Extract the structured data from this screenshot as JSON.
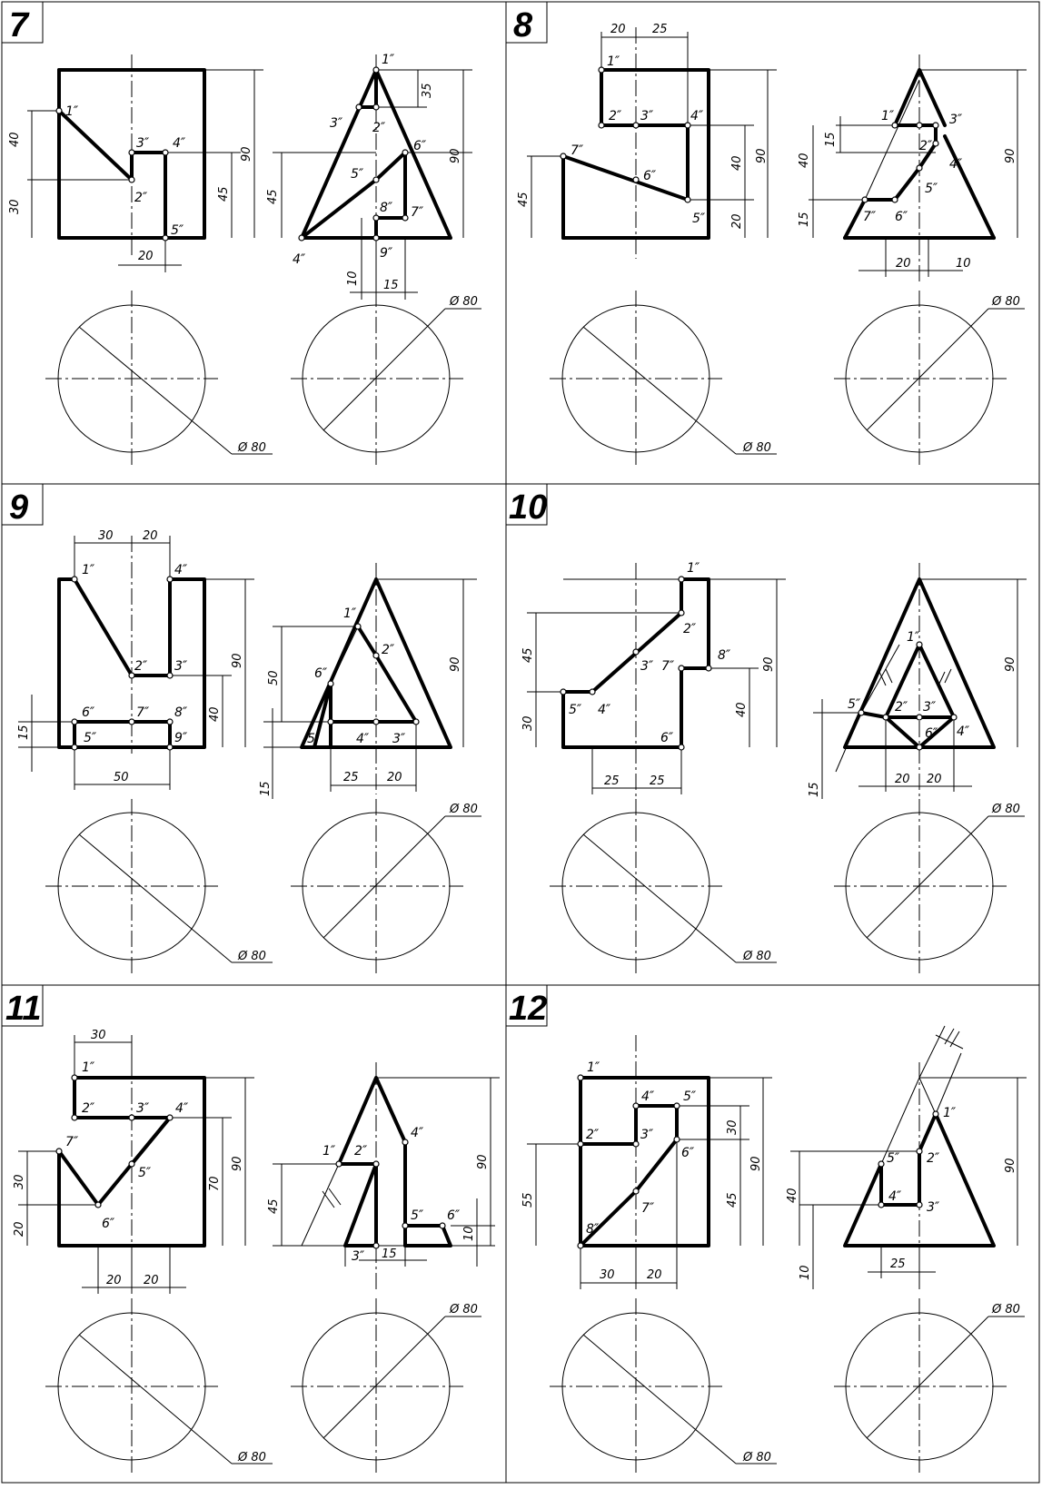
{
  "panels": [
    {
      "number": "7",
      "front": [
        {
          "text": "1″"
        },
        {
          "text": "2″"
        },
        {
          "text": "3″"
        },
        {
          "text": "4″"
        },
        {
          "text": "5″"
        },
        {
          "text": "40"
        },
        {
          "text": "30"
        },
        {
          "text": "45"
        },
        {
          "text": "90"
        },
        {
          "text": "20"
        }
      ],
      "side": [
        {
          "text": "1″"
        },
        {
          "text": "2″"
        },
        {
          "text": "3″"
        },
        {
          "text": "4″"
        },
        {
          "text": "5″"
        },
        {
          "text": "6″"
        },
        {
          "text": "7″"
        },
        {
          "text": "8″"
        },
        {
          "text": "9″"
        },
        {
          "text": "35"
        },
        {
          "text": "45"
        },
        {
          "text": "90"
        },
        {
          "text": "10"
        },
        {
          "text": "15"
        }
      ],
      "diam_left": "Ø 80",
      "diam_right": "Ø 80"
    },
    {
      "number": "8",
      "front": [
        {
          "text": "20"
        },
        {
          "text": "25"
        },
        {
          "text": "1″"
        },
        {
          "text": "2″"
        },
        {
          "text": "3″"
        },
        {
          "text": "4″"
        },
        {
          "text": "5″"
        },
        {
          "text": "6″"
        },
        {
          "text": "7″"
        },
        {
          "text": "45"
        },
        {
          "text": "40"
        },
        {
          "text": "90"
        },
        {
          "text": "20"
        }
      ],
      "side": [
        {
          "text": "1″"
        },
        {
          "text": "2″"
        },
        {
          "text": "3″"
        },
        {
          "text": "4″"
        },
        {
          "text": "5″"
        },
        {
          "text": "6″"
        },
        {
          "text": "7″"
        },
        {
          "text": "15"
        },
        {
          "text": "40"
        },
        {
          "text": "15"
        },
        {
          "text": "90"
        },
        {
          "text": "20"
        },
        {
          "text": "10"
        }
      ],
      "diam_left": "Ø 80",
      "diam_right": "Ø 80"
    },
    {
      "number": "9",
      "front": [
        {
          "text": "30"
        },
        {
          "text": "20"
        },
        {
          "text": "1″"
        },
        {
          "text": "2″"
        },
        {
          "text": "3″"
        },
        {
          "text": "4″"
        },
        {
          "text": "5″"
        },
        {
          "text": "6″"
        },
        {
          "text": "7″"
        },
        {
          "text": "8″"
        },
        {
          "text": "9″"
        },
        {
          "text": "15"
        },
        {
          "text": "40"
        },
        {
          "text": "90"
        },
        {
          "text": "50"
        }
      ],
      "side": [
        {
          "text": "1″"
        },
        {
          "text": "2″"
        },
        {
          "text": "3″"
        },
        {
          "text": "4″"
        },
        {
          "text": "5″"
        },
        {
          "text": "6″"
        },
        {
          "text": "50"
        },
        {
          "text": "90"
        },
        {
          "text": "15"
        },
        {
          "text": "25"
        },
        {
          "text": "20"
        }
      ],
      "diam_left": "Ø 80",
      "diam_right": "Ø 80"
    },
    {
      "number": "10",
      "front": [
        {
          "text": "1″"
        },
        {
          "text": "2″"
        },
        {
          "text": "3″"
        },
        {
          "text": "4″"
        },
        {
          "text": "5″"
        },
        {
          "text": "6″"
        },
        {
          "text": "7″"
        },
        {
          "text": "8″"
        },
        {
          "text": "45"
        },
        {
          "text": "30"
        },
        {
          "text": "90"
        },
        {
          "text": "40"
        },
        {
          "text": "25"
        },
        {
          "text": "25"
        }
      ],
      "side": [
        {
          "text": "1″"
        },
        {
          "text": "2″"
        },
        {
          "text": "3″"
        },
        {
          "text": "4″"
        },
        {
          "text": "5″"
        },
        {
          "text": "6″"
        },
        {
          "text": "90"
        },
        {
          "text": "15"
        },
        {
          "text": "20"
        },
        {
          "text": "20"
        }
      ],
      "diam_left": "Ø 80",
      "diam_right": "Ø 80"
    },
    {
      "number": "11",
      "front": [
        {
          "text": "30"
        },
        {
          "text": "1″"
        },
        {
          "text": "2″"
        },
        {
          "text": "3″"
        },
        {
          "text": "4″"
        },
        {
          "text": "5″"
        },
        {
          "text": "6″"
        },
        {
          "text": "7″"
        },
        {
          "text": "30"
        },
        {
          "text": "20"
        },
        {
          "text": "70"
        },
        {
          "text": "90"
        },
        {
          "text": "20"
        },
        {
          "text": "20"
        }
      ],
      "side": [
        {
          "text": "1″"
        },
        {
          "text": "2″"
        },
        {
          "text": "3″"
        },
        {
          "text": "4″"
        },
        {
          "text": "5″"
        },
        {
          "text": "6″"
        },
        {
          "text": "45"
        },
        {
          "text": "90"
        },
        {
          "text": "10"
        },
        {
          "text": "15"
        }
      ],
      "diam_left": "Ø 80",
      "diam_right": "Ø 80"
    },
    {
      "number": "12",
      "front": [
        {
          "text": "1″"
        },
        {
          "text": "2″"
        },
        {
          "text": "3″"
        },
        {
          "text": "4″"
        },
        {
          "text": "5″"
        },
        {
          "text": "6″"
        },
        {
          "text": "7″"
        },
        {
          "text": "8″"
        },
        {
          "text": "55"
        },
        {
          "text": "30"
        },
        {
          "text": "45"
        },
        {
          "text": "90"
        },
        {
          "text": "30"
        },
        {
          "text": "20"
        }
      ],
      "side": [
        {
          "text": "1″"
        },
        {
          "text": "2″"
        },
        {
          "text": "3″"
        },
        {
          "text": "4″"
        },
        {
          "text": "5″"
        },
        {
          "text": "40"
        },
        {
          "text": "90"
        },
        {
          "text": "10"
        },
        {
          "text": "25"
        }
      ],
      "diam_left": "Ø 80",
      "diam_right": "Ø 80"
    }
  ]
}
